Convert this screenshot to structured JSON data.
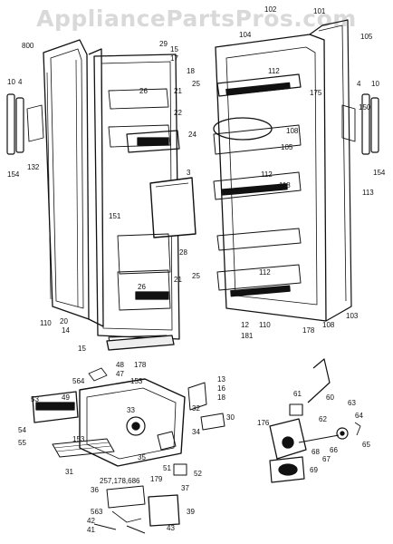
{
  "watermark": "AppliancePartsPros.com",
  "labels": {
    "p102": "102",
    "p101": "101",
    "p104": "104",
    "p105a": "105",
    "p800": "800",
    "p29": "29",
    "p15a": "15",
    "p17": "17",
    "p18a": "18",
    "p10a": "10",
    "p4a": "4",
    "p25a": "25",
    "p26a": "26",
    "p21a": "21",
    "p22": "22",
    "p112a": "112",
    "p175": "175",
    "p4b": "4",
    "p10b": "10",
    "p150": "150",
    "p108a": "108",
    "p105b": "105",
    "p24": "24",
    "p3": "3",
    "p132": "132",
    "p154a": "154",
    "p112b": "112",
    "p118": "118",
    "p113": "113",
    "p154b": "154",
    "p151": "151",
    "p28": "28",
    "p25b": "25",
    "p21b": "21",
    "p26b": "26",
    "p112c": "112",
    "p12": "12",
    "p181": "181",
    "p110a": "110",
    "p20": "20",
    "p14": "14",
    "p110b": "110",
    "p178a": "178",
    "p108b": "108",
    "p103": "103",
    "p15b": "15",
    "p178b": "178",
    "p48": "48",
    "p564": "564",
    "p47": "47",
    "p153a": "153",
    "p49": "49",
    "p53": "53",
    "p54": "54",
    "p55": "55",
    "p13": "13",
    "p16": "16",
    "p18b": "18",
    "p33": "33",
    "p32": "32",
    "p30": "30",
    "p34": "34",
    "p153b": "153",
    "p31": "31",
    "p35": "35",
    "p51": "51",
    "p52": "52",
    "p257": "257,178,686",
    "p179": "179",
    "p36": "36",
    "p37": "37",
    "p563": "563",
    "p39": "39",
    "p42": "42",
    "p41": "41",
    "p43": "43",
    "p61": "61",
    "p60": "60",
    "p63": "63",
    "p64": "64",
    "p62": "62",
    "p176": "176",
    "p65": "65",
    "p66": "66",
    "p67": "67",
    "p68": "68",
    "p69": "69"
  }
}
